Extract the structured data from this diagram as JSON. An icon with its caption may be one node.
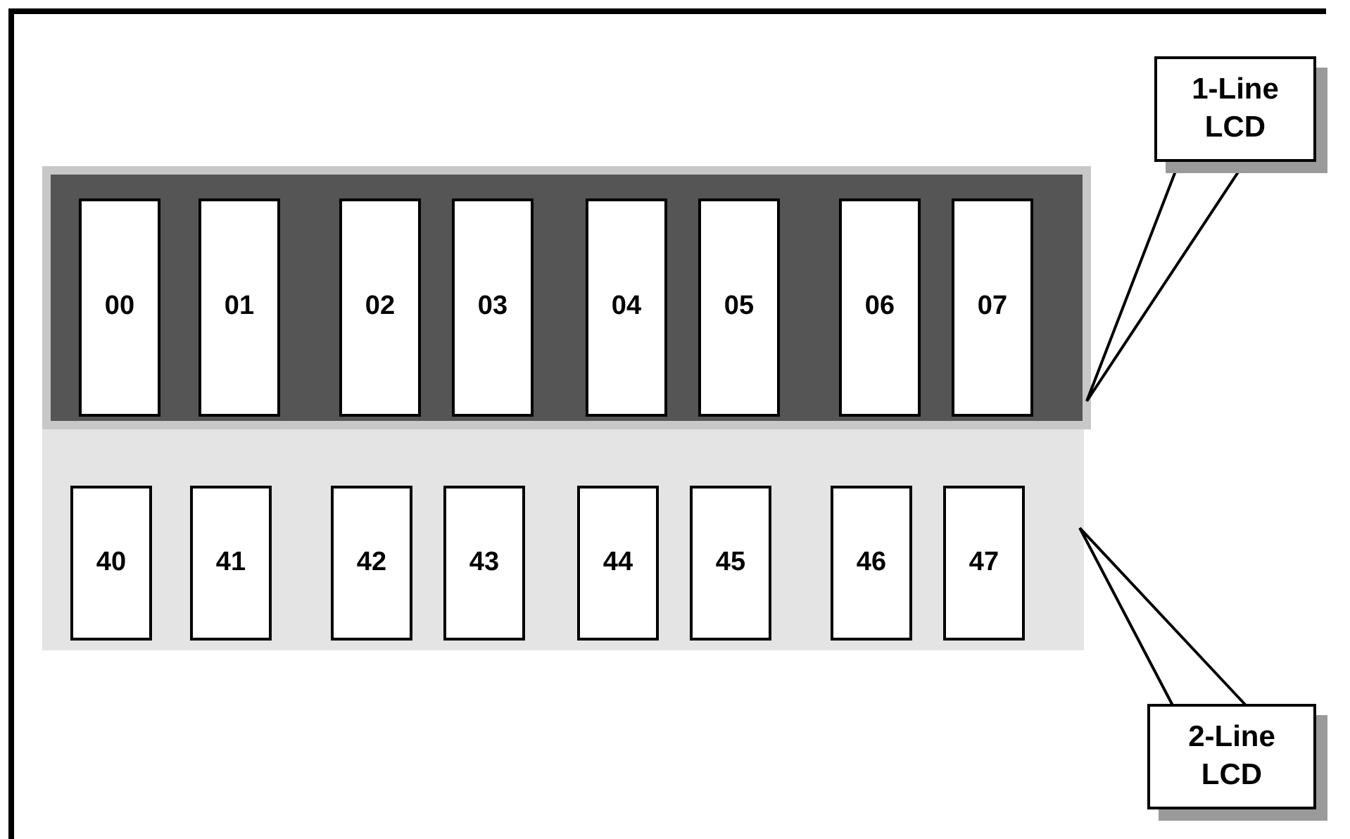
{
  "diagram": {
    "nodes": [
      {
        "text": [
          "1-Line LCD"
        ]
      },
      {
        "text": [],
        "shape": "box"
      },
      {
        "text": [
          "00"
        ],
        "in": 1
      },
      {
        "text": [
          "01"
        ],
        "in": 1
      },
      {
        "text": [
          "02"
        ],
        "in": 1
      },
      {
        "text": [
          "03"
        ],
        "in": 1
      },
      {
        "text": [
          "04"
        ],
        "in": 1
      },
      {
        "text": [
          "05"
        ],
        "in": 1
      },
      {
        "text": [
          "06"
        ],
        "in": 1
      },
      {
        "text": [
          "07"
        ],
        "in": 1
      },
      {
        "text": [],
        "shape": "box"
      },
      {
        "text": [
          "40"
        ],
        "in": 10
      },
      {
        "text": [
          "41"
        ],
        "in": 10
      },
      {
        "text": [
          "42"
        ],
        "in": 10
      },
      {
        "text": [
          "43"
        ],
        "in": 10
      },
      {
        "text": [
          "44"
        ],
        "in": 10
      },
      {
        "text": [
          "45"
        ],
        "in": 10
      },
      {
        "text": [
          "46"
        ],
        "in": 10
      },
      {
        "text": [
          "47"
        ],
        "in": 10
      },
      {
        "text": [
          "2-Line LCD"
        ]
      }
    ],
    "edges": [
      {
        "from": 0,
        "to": 1,
        "arrow": "none"
      },
      {
        "from": 19,
        "to": 10,
        "arrow": "none"
      }
    ]
  }
}
